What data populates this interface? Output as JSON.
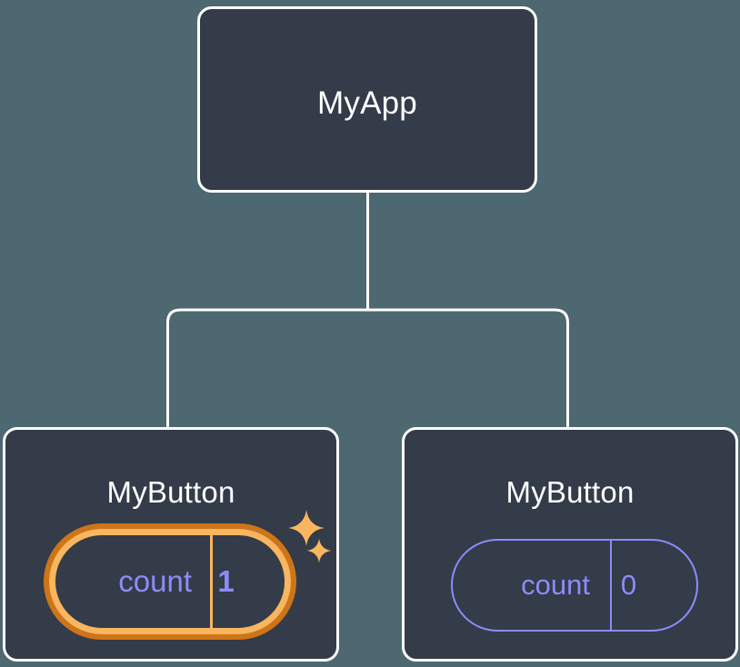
{
  "diagram": {
    "type": "component-tree",
    "title": "React component tree with local state",
    "background_color": "#4d6871",
    "node_fill_color": "#343b49",
    "node_border_color": "#ffffff",
    "connector_color": "#ffffff",
    "state_text_color": "#8c8cf9",
    "highlight_outer_color": "#ce7518",
    "highlight_inner_color": "#f9b55f",
    "sparkle_color": "#f9b55f"
  },
  "root": {
    "label": "MyApp"
  },
  "children": [
    {
      "label": "MyButton",
      "state": {
        "key": "count",
        "value": "1",
        "highlighted": true
      },
      "sparkles": [
        {
          "name": "sparkle-large"
        },
        {
          "name": "sparkle-small"
        }
      ]
    },
    {
      "label": "MyButton",
      "state": {
        "key": "count",
        "value": "0",
        "highlighted": false
      }
    }
  ]
}
